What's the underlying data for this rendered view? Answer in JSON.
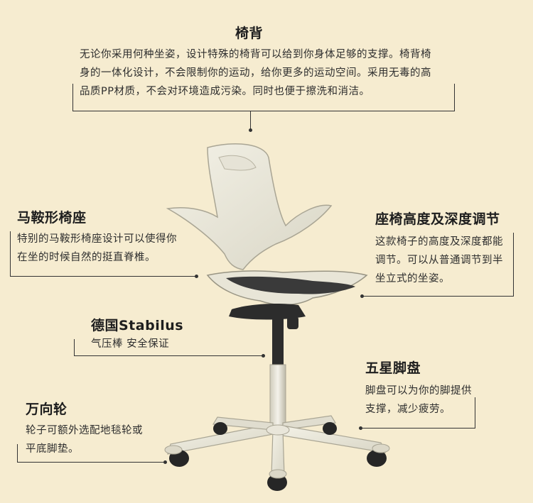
{
  "callouts": {
    "backrest": {
      "title": "椅背",
      "desc": "无论你采用何种坐姿，设计特殊的椅背可以给到你身体足够的支撑。椅背椅身的一体化设计，不会限制你的运动，给你更多的运动空间。采用无毒的高品质PP材质，不会对环境造成污染。同时也便于擦洗和消洁。"
    },
    "saddle": {
      "title": "马鞍形椅座",
      "desc": "特别的马鞍形椅座设计可以使得你在坐的时候自然的挺直脊椎。"
    },
    "height": {
      "title": "座椅高度及深度调节",
      "desc": "这款椅子的高度及深度都能调节。可以从普通调节到半坐立式的坐姿。"
    },
    "stabilus": {
      "title": "德国Stabilus",
      "desc": "气压棒 安全保证"
    },
    "footrest": {
      "title": "五星脚盘",
      "desc": "脚盘可以为你的脚提供支撑，减少疲劳。"
    },
    "casters": {
      "title": "万向轮",
      "desc": "轮子可额外选配地毯轮或平底脚垫。"
    }
  }
}
